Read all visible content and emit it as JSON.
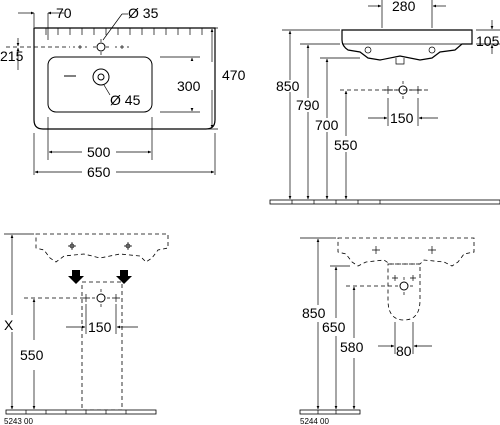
{
  "views": {
    "top_view": {
      "labels": {
        "d70": "70",
        "d35": "Ø 35",
        "d215": "215",
        "d470": "470",
        "d300": "300",
        "d45": "Ø 45",
        "d500": "500",
        "d650": "650"
      }
    },
    "side_view": {
      "labels": {
        "d280": "280",
        "d105": "105",
        "d850": "850",
        "d790": "790",
        "d700": "700",
        "d550": "550",
        "d150": "150"
      }
    },
    "front_view_5243": {
      "labels": {
        "dx": "X",
        "d150": "150",
        "d550": "550"
      },
      "code": "5243 00"
    },
    "front_view_5244": {
      "labels": {
        "d850": "850",
        "d650": "650",
        "d580": "580",
        "d80": "80"
      },
      "code": "5244 00"
    }
  }
}
